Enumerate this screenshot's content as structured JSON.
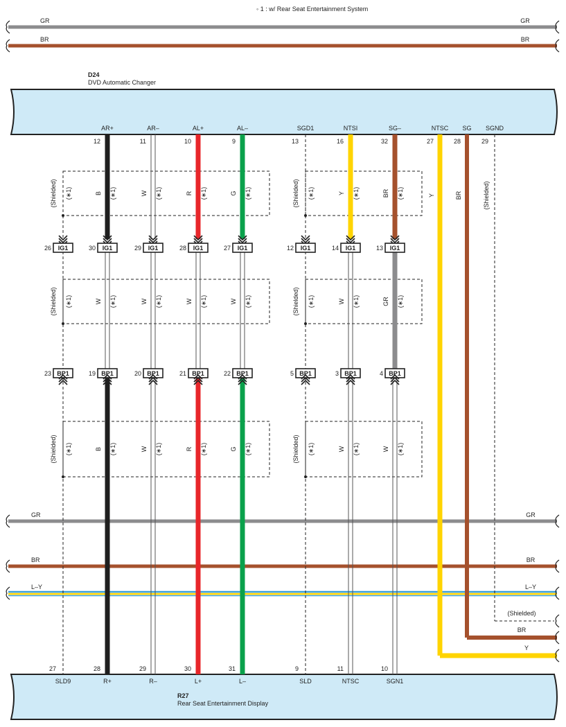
{
  "note": "◦ 1 : w/ Rear Seat Entertainment System",
  "colors": {
    "B": "#1f1f1f",
    "R": "#e8262a",
    "G": "#0aa14b",
    "Y": "#ffd400",
    "BR": "#a5512d",
    "GR": "#8c8c8e",
    "W": "#ffffff",
    "L": "#3aa0d8",
    "panel": "#cfeaf7"
  },
  "top_buses": [
    {
      "left": "GR",
      "right": "GR",
      "color": "GR"
    },
    {
      "left": "BR",
      "right": "BR",
      "color": "BR"
    }
  ],
  "bottom_buses": [
    {
      "left": "GR",
      "right": "GR",
      "color": "GR"
    },
    {
      "left": "BR",
      "right": "BR",
      "color": "BR"
    },
    {
      "left": "L–Y",
      "right": "L–Y",
      "color": "LY"
    }
  ],
  "top_component": {
    "code": "D24",
    "name": "DVD Automatic Changer"
  },
  "bottom_component": {
    "code": "R27",
    "name": "Rear Seat Entertainment Display"
  },
  "shield_label": "(Shielded)",
  "star_label": "(∗1)",
  "conn_ig1": "IG1",
  "conn_bp1": "BP1",
  "columns": [
    {
      "id": "c1",
      "top_pin": "",
      "top_label": "",
      "ig1_pin": "26",
      "bp1_pin": "23",
      "bot_pin": "27",
      "bot_label": "SLD9",
      "type": "shield"
    },
    {
      "id": "c2",
      "top_pin": "12",
      "top_label": "AR+",
      "c1": "B",
      "c2": "W",
      "c3": "B",
      "ig1_pin": "30",
      "bp1_pin": "19",
      "bot_pin": "28",
      "bot_label": "R+",
      "type": "wire"
    },
    {
      "id": "c3",
      "top_pin": "11",
      "top_label": "AR–",
      "c1": "W",
      "c2": "W",
      "c3": "W",
      "ig1_pin": "29",
      "bp1_pin": "20",
      "bot_pin": "29",
      "bot_label": "R–",
      "type": "wire"
    },
    {
      "id": "c4",
      "top_pin": "10",
      "top_label": "AL+",
      "c1": "R",
      "c2": "W",
      "c3": "R",
      "ig1_pin": "28",
      "bp1_pin": "21",
      "bot_pin": "30",
      "bot_label": "L+",
      "type": "wire"
    },
    {
      "id": "c5",
      "top_pin": "9",
      "top_label": "AL–",
      "c1": "G",
      "c2": "W",
      "c3": "G",
      "ig1_pin": "27",
      "bp1_pin": "22",
      "bot_pin": "31",
      "bot_label": "L–",
      "type": "wire"
    },
    {
      "id": "c6",
      "top_pin": "13",
      "top_label": "SGD1",
      "ig1_pin": "12",
      "bp1_pin": "5",
      "bot_pin": "9",
      "bot_label": "SLD",
      "type": "shield"
    },
    {
      "id": "c7",
      "top_pin": "16",
      "top_label": "NTSI",
      "c1": "Y",
      "c2": "W",
      "c3": "W",
      "ig1_pin": "14",
      "bp1_pin": "3",
      "bot_pin": "11",
      "bot_label": "NTSC",
      "type": "wire"
    },
    {
      "id": "c8",
      "top_pin": "32",
      "top_label": "SG–",
      "c1": "BR",
      "c2": "GR",
      "c3": "W",
      "ig1_pin": "13",
      "bp1_pin": "4",
      "bot_pin": "10",
      "bot_label": "SGN1",
      "type": "wire"
    }
  ],
  "right_wires": [
    {
      "id": "r1",
      "top_pin": "27",
      "top_label": "NTSC",
      "color_label": "Y",
      "color": "Y",
      "right_label": "Y"
    },
    {
      "id": "r2",
      "top_pin": "28",
      "top_label": "SG",
      "color_label": "BR",
      "color": "BR",
      "right_label": "BR"
    },
    {
      "id": "r3",
      "top_pin": "29",
      "top_label": "SGND",
      "color_label": "(Shielded)",
      "color": "shield",
      "right_label": "(Shielded)"
    }
  ]
}
